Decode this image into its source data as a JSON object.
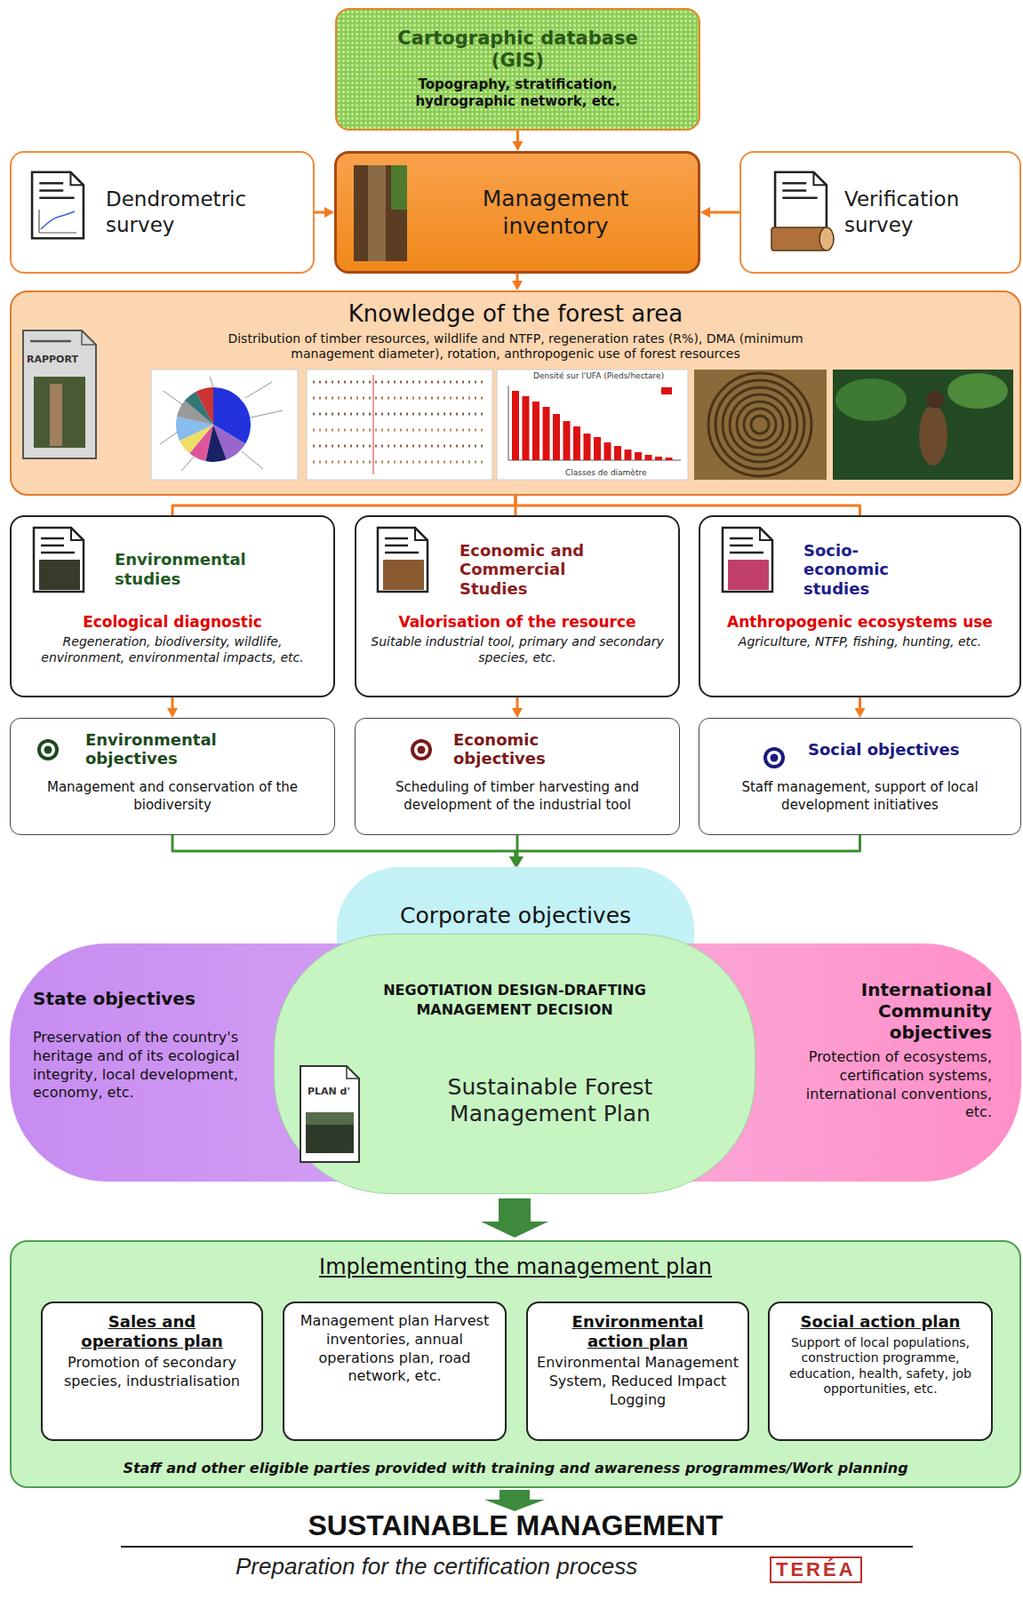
{
  "diagram": {
    "nodes": [
      {
        "text": [
          "Cartographic database (GIS)",
          "Topography, stratification, hydrographic network, etc."
        ]
      },
      {
        "text": [
          "Dendrometric survey"
        ]
      },
      {
        "text": [
          "Management inventory"
        ]
      },
      {
        "text": [
          "Verification survey"
        ]
      },
      {
        "text": [
          "Knowledge of the forest area",
          "Distribution of timber resources, wildlife and NTFP, regeneration rates (R%), DMA (minimum management diameter), rotation, anthropogenic use of forest resources"
        ]
      },
      {
        "text": [
          "Environmental studies",
          "Ecological diagnostic",
          "Regeneration, biodiversity, wildlife, environment, environmental impacts, etc."
        ]
      },
      {
        "text": [
          "Economic and Commercial Studies",
          "Valorisation of the resource",
          "Suitable industrial tool, primary and secondary species, etc."
        ]
      },
      {
        "text": [
          "Socio-economic studies",
          "Anthropogenic ecosystems use",
          "Agriculture, NTFP, fishing, hunting, etc."
        ]
      },
      {
        "text": [
          "Environmental objectives",
          "Management and conservation of the biodiversity"
        ]
      },
      {
        "text": [
          "Economic objectives",
          "Scheduling of timber harvesting and development of the industrial tool"
        ]
      },
      {
        "text": [
          "Social objectives",
          "Staff management, support of local development initiatives"
        ]
      },
      {
        "text": [
          "Corporate objectives"
        ]
      },
      {
        "text": [
          "State objectives",
          "Preservation of the country's heritage and of its ecological integrity, local development, economy, etc."
        ]
      },
      {
        "text": [
          "International Community objectives",
          "Protection of ecosystems, certification systems, international conventions, etc."
        ]
      },
      {
        "text": [
          "NEGOTIATION DESIGN-DRAFTING MANAGEMENT DECISION",
          "Sustainable Forest Management Plan"
        ]
      },
      {
        "text": [
          "Implementing the management plan",
          "Staff and other eligible parties provided with training and awareness programmes/Work planning"
        ]
      },
      {
        "text": [
          "Sales and operations plan",
          "Promotion of secondary species, industrialisation"
        ],
        "in": 15
      },
      {
        "text": [
          "Management plan Harvest inventories, annual operations plan, road network, etc."
        ],
        "in": 15
      },
      {
        "text": [
          "Environmental action plan",
          "Environmental Management System, Reduced Impact Logging"
        ],
        "in": 15
      },
      {
        "text": [
          "Social action plan",
          "Support of local populations, construction programme, education, health, safety, job opportunities, etc."
        ],
        "in": 15
      }
    ],
    "edges": [
      {
        "from": 0,
        "to": 2,
        "arrow": "to"
      },
      {
        "from": 1,
        "to": 2,
        "arrow": "to"
      },
      {
        "from": 3,
        "to": 2,
        "arrow": "to"
      },
      {
        "from": 2,
        "to": 4,
        "arrow": "to"
      },
      {
        "from": 4,
        "to": 5,
        "arrow": "none"
      },
      {
        "from": 4,
        "to": 6,
        "arrow": "none"
      },
      {
        "from": 4,
        "to": 7,
        "arrow": "none"
      },
      {
        "from": 5,
        "to": 8,
        "arrow": "to"
      },
      {
        "from": 6,
        "to": 9,
        "arrow": "to"
      },
      {
        "from": 7,
        "to": 10,
        "arrow": "to"
      },
      {
        "from": 8,
        "to": 11,
        "arrow": "to"
      },
      {
        "from": 9,
        "to": 11,
        "arrow": "to"
      },
      {
        "from": 10,
        "to": 11,
        "arrow": "to"
      },
      {
        "from": 14,
        "to": 15,
        "arrow": "to"
      }
    ],
    "labels": [
      "RAPPORT",
      "Densité sur l'UFA (Pieds/hectare)",
      "Classes de diamètre",
      "PLAN d'",
      "SUSTAINABLE MANAGEMENT",
      "Preparation for the certification process",
      "TERÉA"
    ]
  }
}
